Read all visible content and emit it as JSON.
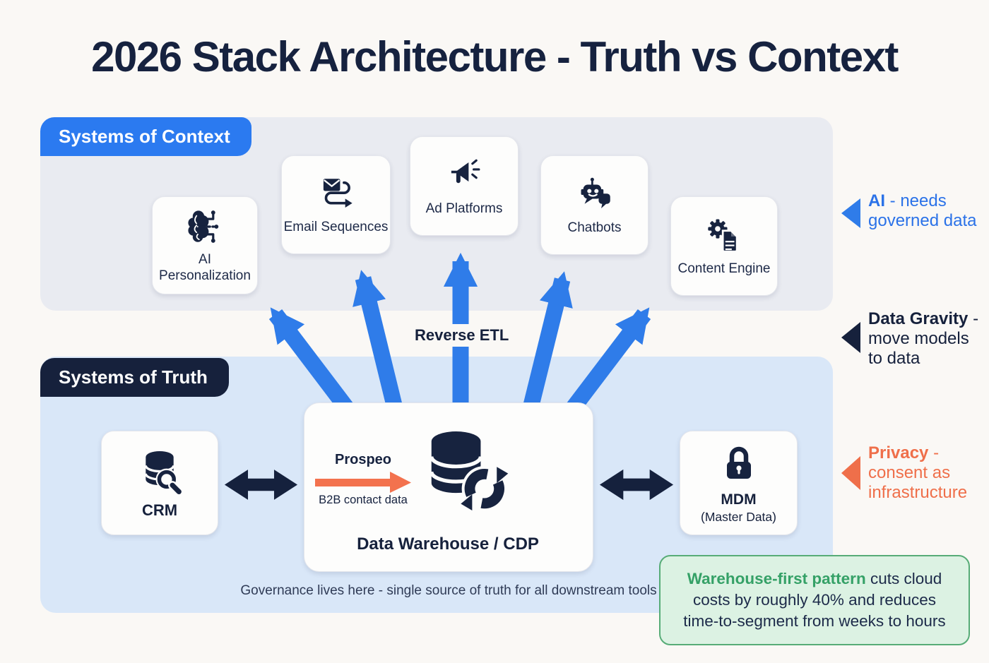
{
  "title": "2026 Stack Architecture - Truth vs Context",
  "sections": {
    "context": {
      "label": "Systems of Context",
      "boxes": [
        {
          "label": "AI Personalization",
          "icon": "brain-circuit-icon"
        },
        {
          "label": "Email Sequences",
          "icon": "email-loop-icon"
        },
        {
          "label": "Ad Platforms",
          "icon": "megaphone-icon"
        },
        {
          "label": "Chatbots",
          "icon": "robot-chat-icon"
        },
        {
          "label": "Content Engine",
          "icon": "gear-document-icon"
        }
      ]
    },
    "truth": {
      "label": "Systems of Truth",
      "crm": {
        "label": "CRM",
        "icon": "database-search-icon"
      },
      "warehouse": {
        "title": "Data Warehouse / CDP",
        "icon": "database-sync-icon",
        "feed_source": "Prospeo",
        "feed_desc": "B2B contact data"
      },
      "mdm": {
        "label": "MDM",
        "sublabel": "(Master Data)",
        "icon": "padlock-icon"
      }
    }
  },
  "flows": {
    "reverse_etl_label": "Reverse ETL"
  },
  "governance_note": "Governance lives here - single source of truth for all downstream tools",
  "callout": {
    "highlight": "Warehouse-first pattern",
    "rest": " cuts cloud costs by roughly 40% and reduces time-to-segment from weeks to hours"
  },
  "annotations": [
    {
      "term": "AI",
      "term_suffix": " - needs",
      "line2": "governed data",
      "line3": ""
    },
    {
      "term": "Data Gravity",
      "term_suffix": " -",
      "line2": "move models",
      "line3": "to data"
    },
    {
      "term": "Privacy",
      "term_suffix": " -",
      "line2": "consent as",
      "line3": "infrastructure"
    }
  ],
  "colors": {
    "accent_blue": "#2b7af0",
    "navy": "#16213c",
    "orange": "#ef6f4a",
    "green": "#35a167",
    "panel_context": "#e9ebf1",
    "panel_truth": "#d9e7f8",
    "callout_bg": "#dcf2e3"
  }
}
